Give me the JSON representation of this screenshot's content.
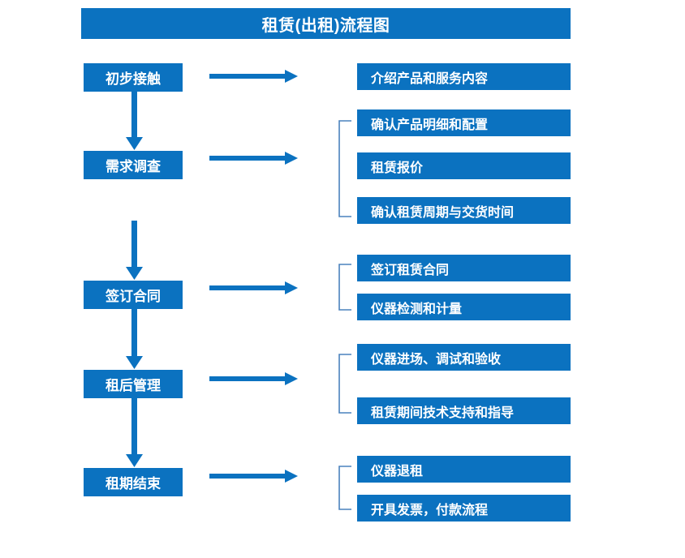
{
  "diagram": {
    "title": "租赁(出租)流程图",
    "colors": {
      "primary_blue": "#0b72c0",
      "bracket_blue": "#3f7fbf",
      "text_white": "#ffffff",
      "background": "#ffffff"
    },
    "stages": [
      {
        "id": "stage-1",
        "label": "初步接触"
      },
      {
        "id": "stage-2",
        "label": "需求调查"
      },
      {
        "id": "stage-3",
        "label": "签订合同"
      },
      {
        "id": "stage-4",
        "label": "租后管理"
      },
      {
        "id": "stage-5",
        "label": "租期结束"
      }
    ],
    "details": [
      {
        "id": "detail-1",
        "label": "介绍产品和服务内容",
        "group": 1
      },
      {
        "id": "detail-2",
        "label": "确认产品明细和配置",
        "group": 2
      },
      {
        "id": "detail-3",
        "label": "租赁报价",
        "group": 2
      },
      {
        "id": "detail-4",
        "label": "确认租赁周期与交货时间",
        "group": 2
      },
      {
        "id": "detail-5",
        "label": "签订租赁合同",
        "group": 3
      },
      {
        "id": "detail-6",
        "label": "仪器检测和计量",
        "group": 3
      },
      {
        "id": "detail-7",
        "label": "仪器进场、调试和验收",
        "group": 4
      },
      {
        "id": "detail-8",
        "label": "租赁期间技术支持和指导",
        "group": 4
      },
      {
        "id": "detail-9",
        "label": "仪器退租",
        "group": 5
      },
      {
        "id": "detail-10",
        "label": "开具发票，付款流程",
        "group": 5
      }
    ],
    "connectors": {
      "vertical_arrow_count": 4,
      "horizontal_arrow_count": 5,
      "bracket_count": 4
    }
  }
}
